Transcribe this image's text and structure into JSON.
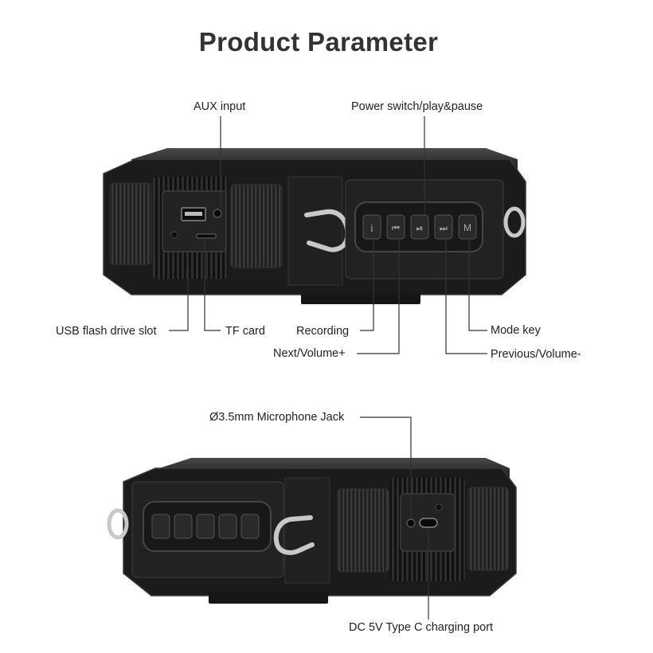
{
  "title": "Product Parameter",
  "labels": {
    "aux_input": "AUX input",
    "power_switch": "Power switch/play&pause",
    "usb_slot": "USB flash drive slot",
    "tf_card": "TF card",
    "recording": "Recording",
    "next_volume": "Next/Volume+",
    "mode_key": "Mode key",
    "previous_volume": "Previous/Volume-",
    "mic_jack": "Ø3.5mm Microphone Jack",
    "charging_port": "DC 5V Type C charging port"
  },
  "buttons": {
    "record": "i",
    "prev": "⏮",
    "play": "⏯",
    "next": "⏭",
    "mode": "M"
  },
  "colors": {
    "body": "#1b1b1b",
    "panel": "#262626",
    "edge": "#3a3a3a",
    "line": "#333333"
  }
}
